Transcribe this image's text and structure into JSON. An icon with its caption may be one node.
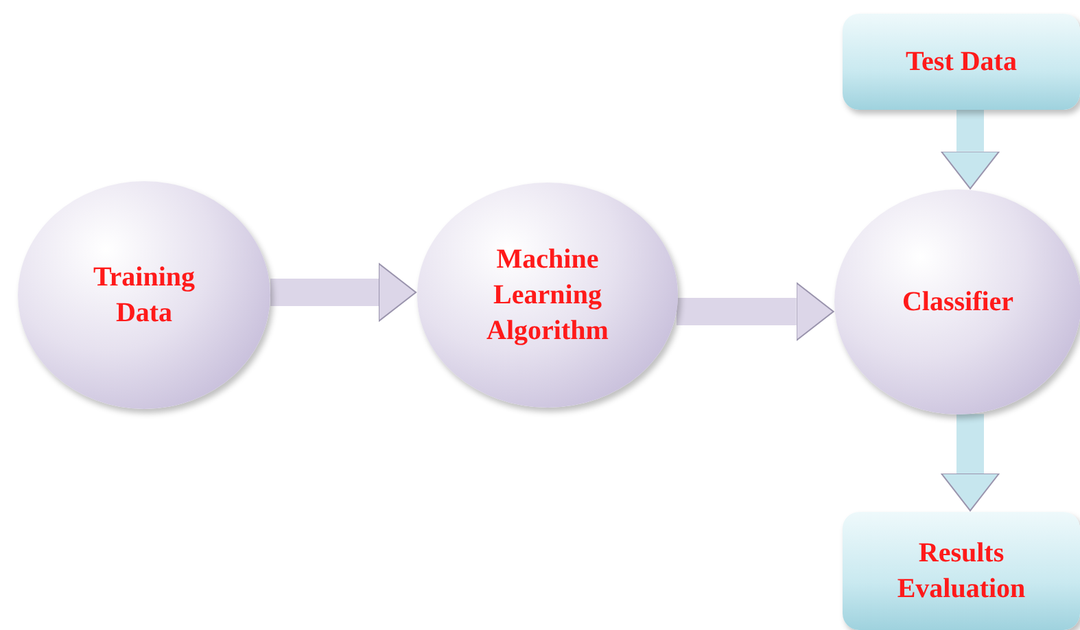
{
  "diagram": {
    "nodes": [
      {
        "text": [
          "Training Data"
        ]
      },
      {
        "text": [
          "Machine Learning Algorithm"
        ]
      },
      {
        "text": [
          "Classifier"
        ]
      },
      {
        "text": [
          "Test Data"
        ]
      },
      {
        "text": [
          "Results Evaluation"
        ]
      }
    ],
    "edges": [
      {
        "from": 0,
        "to": 1,
        "arrow": "to",
        "color": "#dcd6e8"
      },
      {
        "from": 1,
        "to": 2,
        "arrow": "to",
        "color": "#dcd6e8"
      },
      {
        "from": 3,
        "to": 2,
        "arrow": "to",
        "color": "#c6e6ee"
      },
      {
        "from": 2,
        "to": 4,
        "arrow": "to",
        "color": "#c6e6ee"
      }
    ]
  }
}
